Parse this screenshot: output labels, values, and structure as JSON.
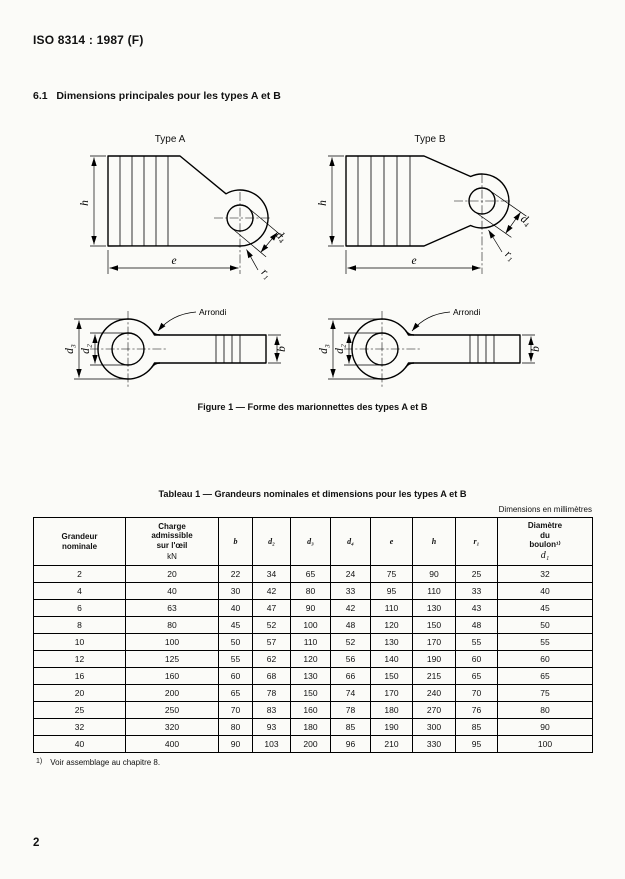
{
  "page": {
    "doc_ref": "ISO 8314 : 1987 (F)",
    "section_heading": "6.1   Dimensions principales pour les types A et B",
    "page_number": "2"
  },
  "figure": {
    "type_a_label": "Type A",
    "type_b_label": "Type B",
    "arrondi": "Arrondi",
    "caption": "Figure 1 — Forme des marionnettes des types A et B",
    "dim_h": "h",
    "dim_e": "e",
    "dim_d4": "d₄",
    "dim_r1": "r₁",
    "dim_d3": "d₃",
    "dim_d2": "d₂",
    "dim_b": "b"
  },
  "table": {
    "title": "Tableau 1 — Grandeurs nominales et dimensions pour les types A et B",
    "units_note": "Dimensions en millimètres",
    "headers": {
      "grandeur": "Grandeur\nnominale",
      "charge": "Charge\nadmissible\nsur l'œil",
      "charge_unit": "kN",
      "b": "b",
      "d2": "d₂",
      "d3": "d₃",
      "d4": "d₄",
      "e": "e",
      "h": "h",
      "r1": "r₁",
      "diametre": "Diamètre\ndu\nboulon¹⁾",
      "diametre_sub": "d₁"
    },
    "rows": [
      [
        "2",
        "20",
        "22",
        "34",
        "65",
        "24",
        "75",
        "90",
        "25",
        "32"
      ],
      [
        "4",
        "40",
        "30",
        "42",
        "80",
        "33",
        "95",
        "110",
        "33",
        "40"
      ],
      [
        "6",
        "63",
        "40",
        "47",
        "90",
        "42",
        "110",
        "130",
        "43",
        "45"
      ],
      [
        "8",
        "80",
        "45",
        "52",
        "100",
        "48",
        "120",
        "150",
        "48",
        "50"
      ],
      [
        "10",
        "100",
        "50",
        "57",
        "110",
        "52",
        "130",
        "170",
        "55",
        "55"
      ],
      [
        "12",
        "125",
        "55",
        "62",
        "120",
        "56",
        "140",
        "190",
        "60",
        "60"
      ],
      [
        "16",
        "160",
        "60",
        "68",
        "130",
        "66",
        "150",
        "215",
        "65",
        "65"
      ],
      [
        "20",
        "200",
        "65",
        "78",
        "150",
        "74",
        "170",
        "240",
        "70",
        "75"
      ],
      [
        "25",
        "250",
        "70",
        "83",
        "160",
        "78",
        "180",
        "270",
        "76",
        "80"
      ],
      [
        "32",
        "320",
        "80",
        "93",
        "180",
        "85",
        "190",
        "300",
        "85",
        "90"
      ],
      [
        "40",
        "400",
        "90",
        "103",
        "200",
        "96",
        "210",
        "330",
        "95",
        "100"
      ]
    ],
    "footnote_marker": "1)",
    "footnote_text": "Voir assemblage au chapitre 8."
  }
}
